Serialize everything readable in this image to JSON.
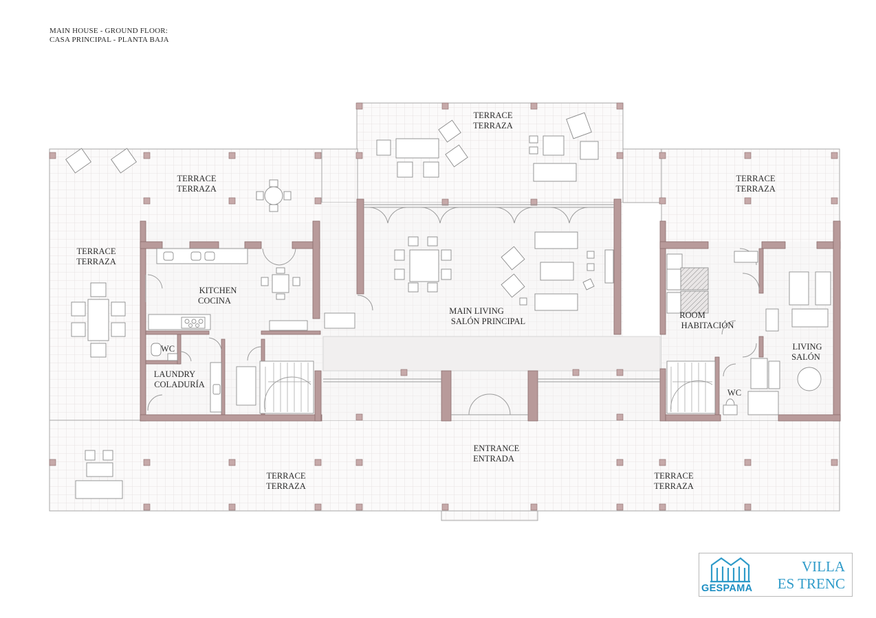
{
  "header": {
    "line1": "MAIN HOUSE - GROUND FLOOR:",
    "line2": "CASA PRINCIPAL - PLANTA BAJA"
  },
  "rooms": {
    "terrace_top": [
      "TERRACE",
      "TERRAZA"
    ],
    "terrace_topleft": [
      "TERRACE",
      "TERRAZA"
    ],
    "terrace_left": [
      "TERRACE",
      "TERRAZA"
    ],
    "terrace_topright": [
      "TERRACE",
      "TERRAZA"
    ],
    "kitchen": [
      "KITCHEN",
      "COCINA"
    ],
    "wc_left": "WC",
    "laundry": [
      "LAUNDRY",
      "COLADURÍA"
    ],
    "main_living": [
      "MAIN LIVING",
      "SALÓN PRINCIPAL"
    ],
    "room": [
      "ROOM",
      "HABITACIÓN"
    ],
    "living": [
      "LIVING",
      "SALÓN"
    ],
    "wc_right": "WC",
    "entrance": [
      "ENTRANCE",
      "ENTRADA"
    ],
    "terrace_bottom_mid": [
      "TERRACE",
      "TERRAZA"
    ],
    "terrace_bottom_right": [
      "TERRACE",
      "TERRAZA"
    ]
  },
  "logo": {
    "brand": "GESPAMA",
    "line1": "VILLA",
    "line2": "ES TRENC"
  },
  "colors": {
    "wall": "#b79a9a",
    "wall_stroke": "#8a6c6c",
    "grid": "#e3dede",
    "outline": "#9c9c9c",
    "brand": "#2f9bc9"
  }
}
